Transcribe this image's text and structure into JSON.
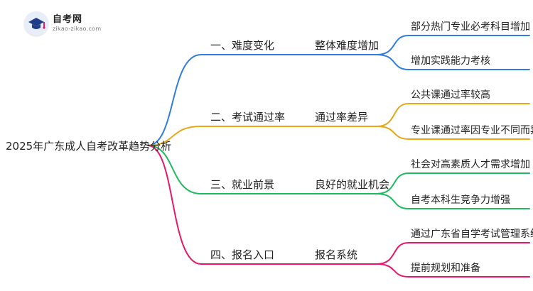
{
  "logo": {
    "name": "自考网",
    "url": "zikao-zikao.com"
  },
  "root": "2025年广东成人自考改革趋势分析",
  "branches": [
    {
      "label": "一、难度变化",
      "mid": "整体难度增加",
      "color": "#2f7de1",
      "leaves": [
        "部分热门专业必考科目增加",
        "增加实践能力考核"
      ]
    },
    {
      "label": "二、考试通过率",
      "mid": "通过率差异",
      "color": "#e6a817",
      "leaves": [
        "公共课通过率较高",
        "专业课通过率因专业不同而异"
      ]
    },
    {
      "label": "三、就业前景",
      "mid": "良好的就业机会",
      "color": "#1dbb5f",
      "leaves": [
        "社会对高素质人才需求增加",
        "自考本科生竞争力增强"
      ]
    },
    {
      "label": "四、报名入口",
      "mid": "报名系统",
      "color": "#e5186b",
      "leaves": [
        "通过广东省自学考试管理系统报名",
        "提前规划和准备"
      ]
    }
  ]
}
